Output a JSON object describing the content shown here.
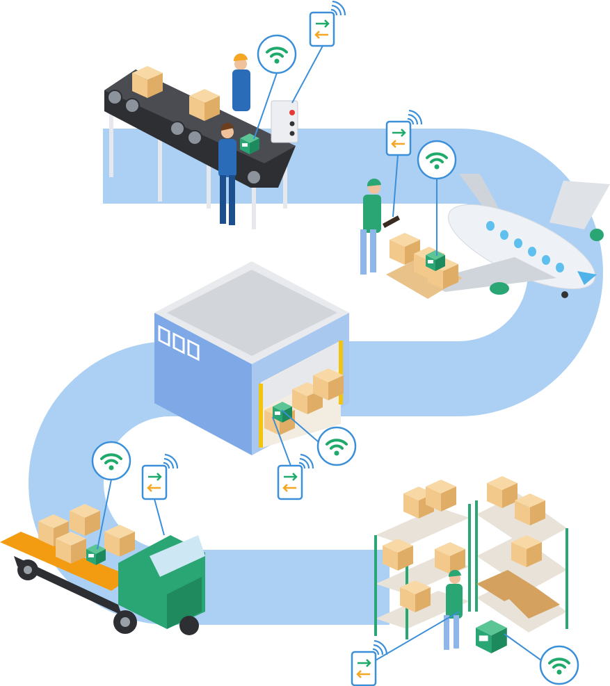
{
  "scene": {
    "stages": [
      "conveyor-production",
      "air-freight",
      "warehouse",
      "truck-transport",
      "storage-shelves"
    ],
    "icons": {
      "wifi": "wifi-signal-icon",
      "reader": "rfid-reader-icon",
      "tag": "rfid-tag-box-icon"
    }
  },
  "colors": {
    "path": "#acd0f4",
    "accent_blue": "#3b8fd9",
    "wifi_green": "#1faa6b",
    "arrow_green": "#1faa6b",
    "arrow_orange": "#f5a623",
    "box": "#f2c98a",
    "truck_green": "#2aa674",
    "building": "#7fa9e6"
  }
}
